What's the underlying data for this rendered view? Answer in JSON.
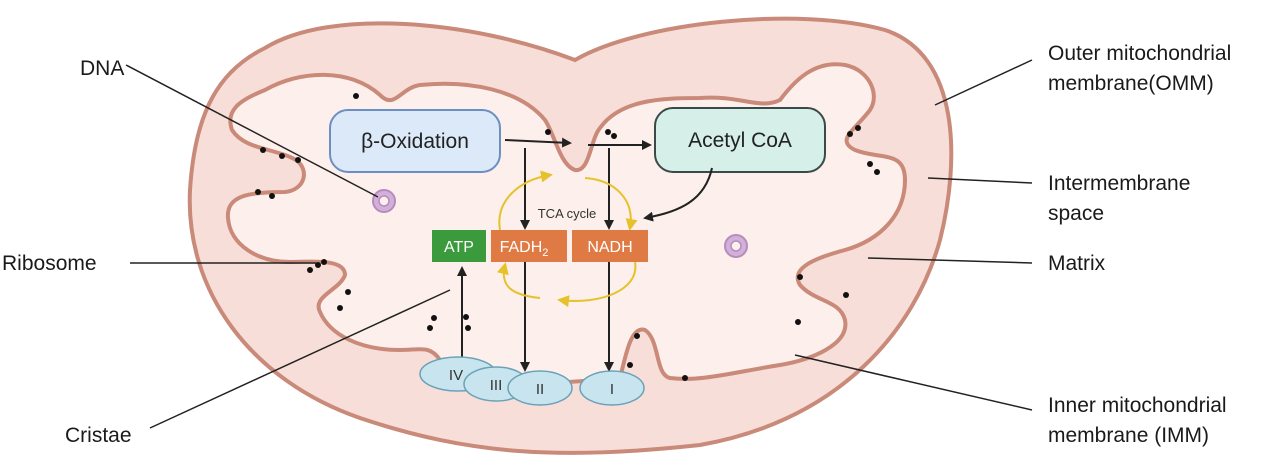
{
  "labels": {
    "dna": "DNA",
    "ribosome": "Ribosome",
    "cristae": "Cristae",
    "omm_line1": "Outer mitochondrial",
    "omm_line2": "membrane(OMM)",
    "ims_line1": "Intermembrane",
    "ims_line2": "space",
    "matrix": "Matrix",
    "imm_line1": "Inner mitochondrial",
    "imm_line2": "membrane (IMM)"
  },
  "nodes": {
    "beta_oxidation": "β-Oxidation",
    "acetyl_coa": "Acetyl CoA",
    "tca_cycle": "TCA cycle",
    "atp": "ATP",
    "fadh2_base": "FADH",
    "fadh2_sub": "2",
    "nadh": "NADH"
  },
  "complexes": [
    "IV",
    "III",
    "II",
    "I"
  ],
  "colors": {
    "outer_fill": "#f8ded8",
    "outer_stroke": "#c98a7a",
    "inner_fill": "#fdefeb",
    "box_fill": "#dce9f8",
    "box_stroke": "#6b8fc2",
    "acetyl_fill": "#d6efe8",
    "acetyl_stroke": "#3a4a48",
    "atp_fill": "#3a9a3c",
    "fadh_fill": "#e07a45",
    "nadh_fill": "#e07a45",
    "complex_fill": "#c7e4ef",
    "complex_stroke": "#6aa2b6",
    "tca_arrow": "#e6c22a",
    "ribosome_fill": "#d2b0d8"
  }
}
